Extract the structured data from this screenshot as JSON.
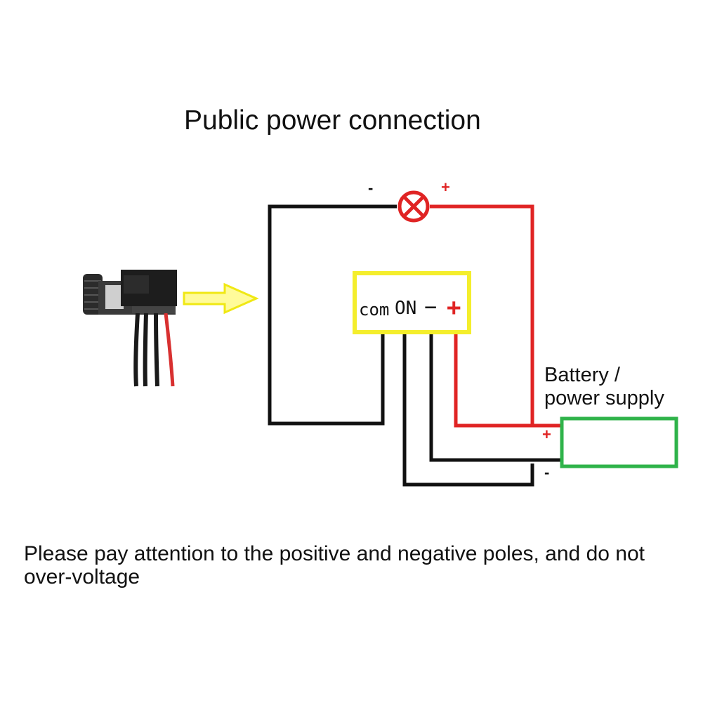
{
  "title": "Public power connection",
  "note": "Please pay attention to the positive and negative poles, and do not over-voltage",
  "power_supply": {
    "label_line1": "Battery /",
    "label_line2": "power supply",
    "plus": "+",
    "minus": "-"
  },
  "lamp": {
    "minus": "-",
    "plus": "+"
  },
  "module": {
    "com": "com",
    "on": "ON",
    "minus": "−",
    "plus": "+"
  },
  "colors": {
    "red_wire": "#e02424",
    "black_wire": "#111111",
    "yellow_module": "#f4ee2c",
    "green_supply": "#2fb34a",
    "arrow_fill": "#f6f24a"
  }
}
